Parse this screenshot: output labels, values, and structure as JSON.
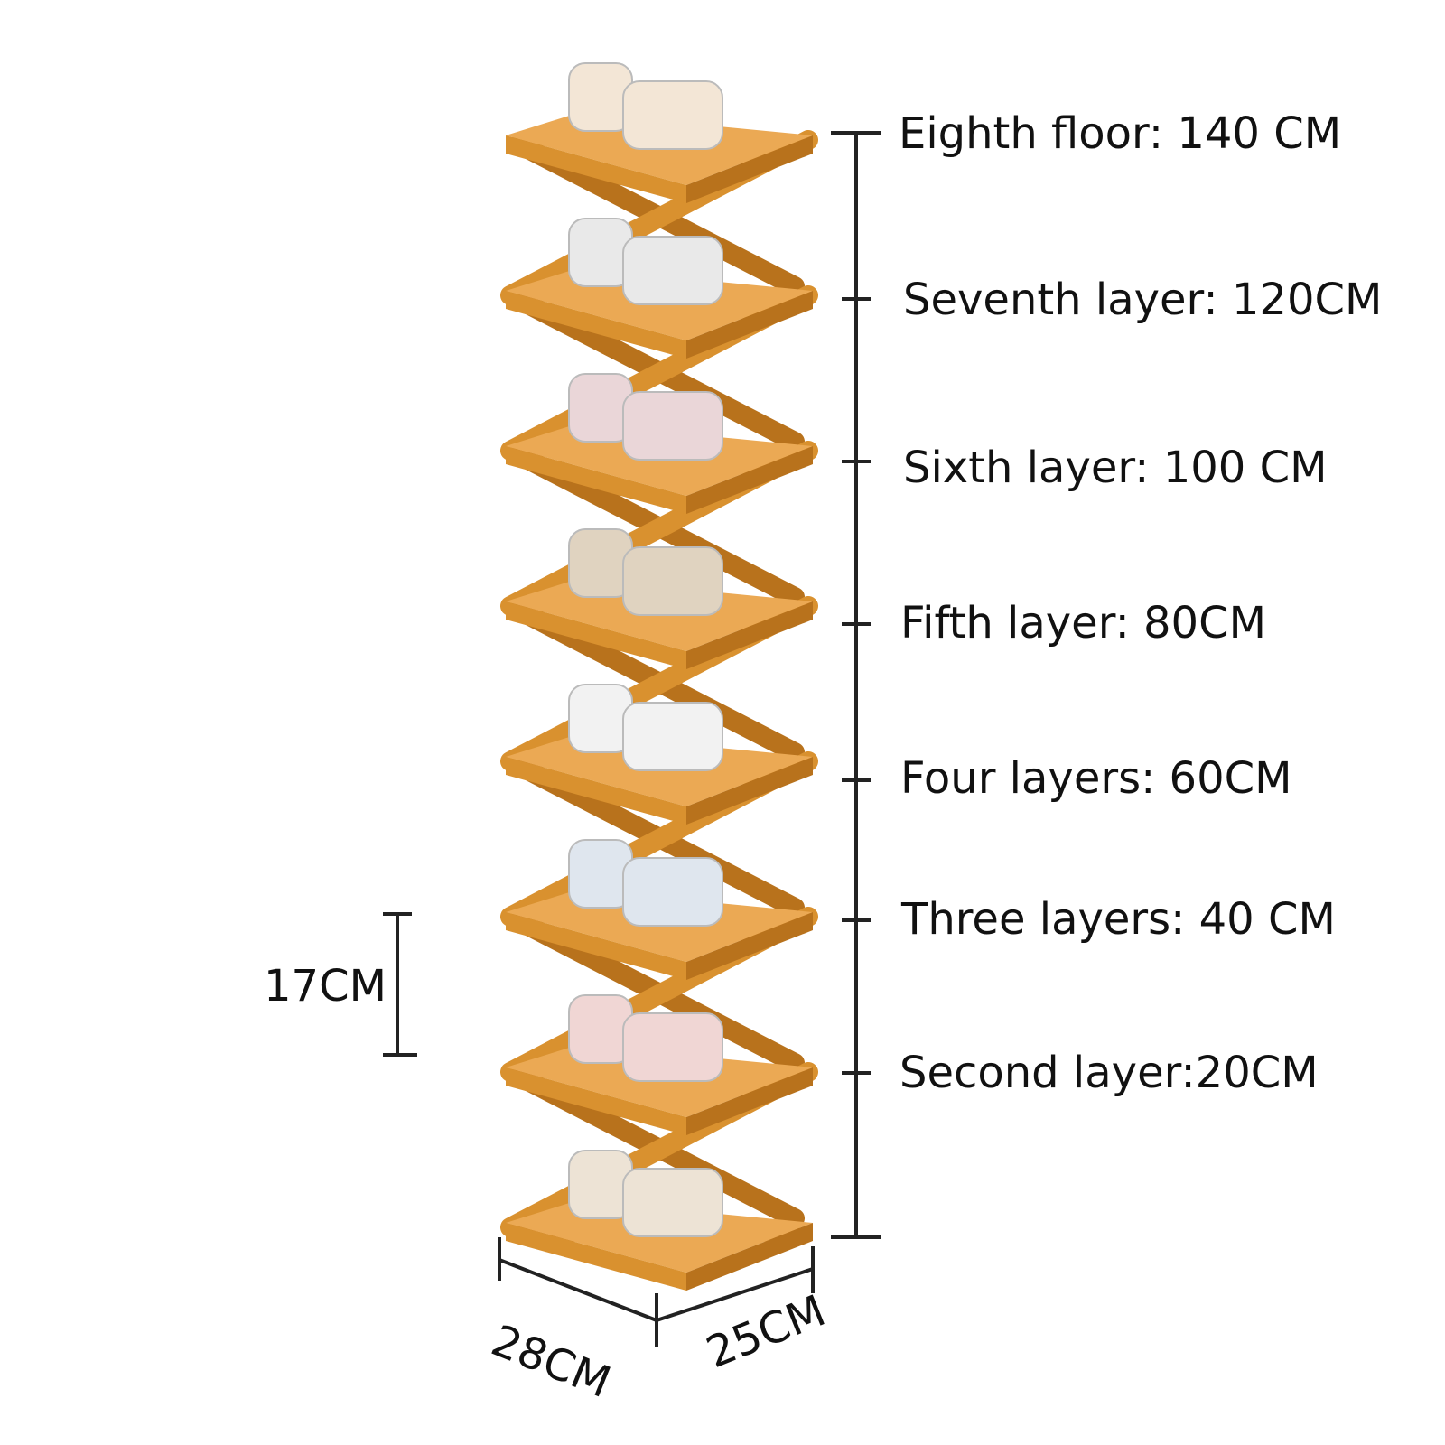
{
  "height_labels": [
    "Eighth floor: 140 CM",
    "Seventh layer: 120CM",
    "Sixth layer: 100 CM",
    "Fifth layer: 80CM",
    "Four layers: 60CM",
    "Three layers: 40 CM",
    "Second layer:20CM"
  ],
  "shelf_spacing_label": "17CM",
  "width_label": "28CM",
  "depth_label": "25CM",
  "shelf_count": 8,
  "colors": {
    "wood": "#d9912f",
    "wood_dark": "#b8721c",
    "wood_light": "#eba954",
    "line": "#222222"
  }
}
